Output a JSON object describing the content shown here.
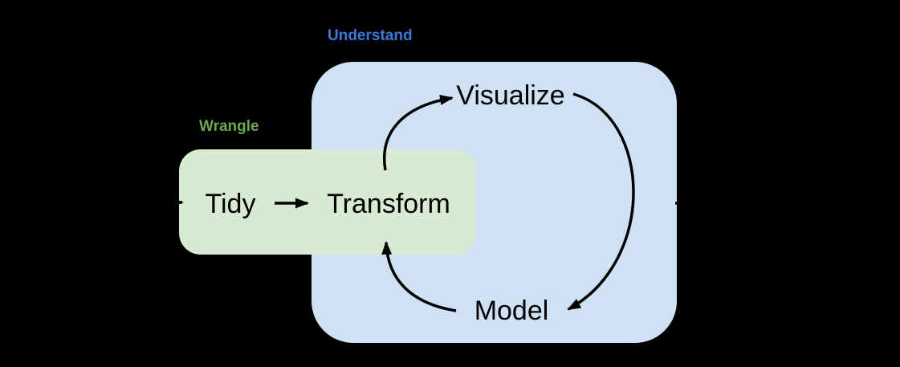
{
  "diagram": {
    "type": "flow-diagram",
    "groups": {
      "wrangle": {
        "label": "Wrangle",
        "label_color": "#6aa84f",
        "box_color": "#d9ead3",
        "nodes": [
          "Tidy",
          "Transform"
        ]
      },
      "understand": {
        "label": "Understand",
        "label_color": "#3c78d8",
        "box_color": "#cfe2f3",
        "nodes": [
          "Visualize",
          "Model"
        ]
      }
    },
    "nodes": {
      "tidy": "Tidy",
      "transform": "Transform",
      "visualize": "Visualize",
      "model": "Model"
    },
    "edges": [
      "Tidy to Transform",
      "Transform to Visualize",
      "Visualize to Model",
      "Model to Transform"
    ],
    "edge_fragments": [
      "arrowhead entering Tidy box from left edge",
      "arrow stub exiting right edge of Understand box"
    ],
    "colors": {
      "background": "#000000",
      "arrow": "#000000",
      "node_text": "#000000"
    }
  }
}
